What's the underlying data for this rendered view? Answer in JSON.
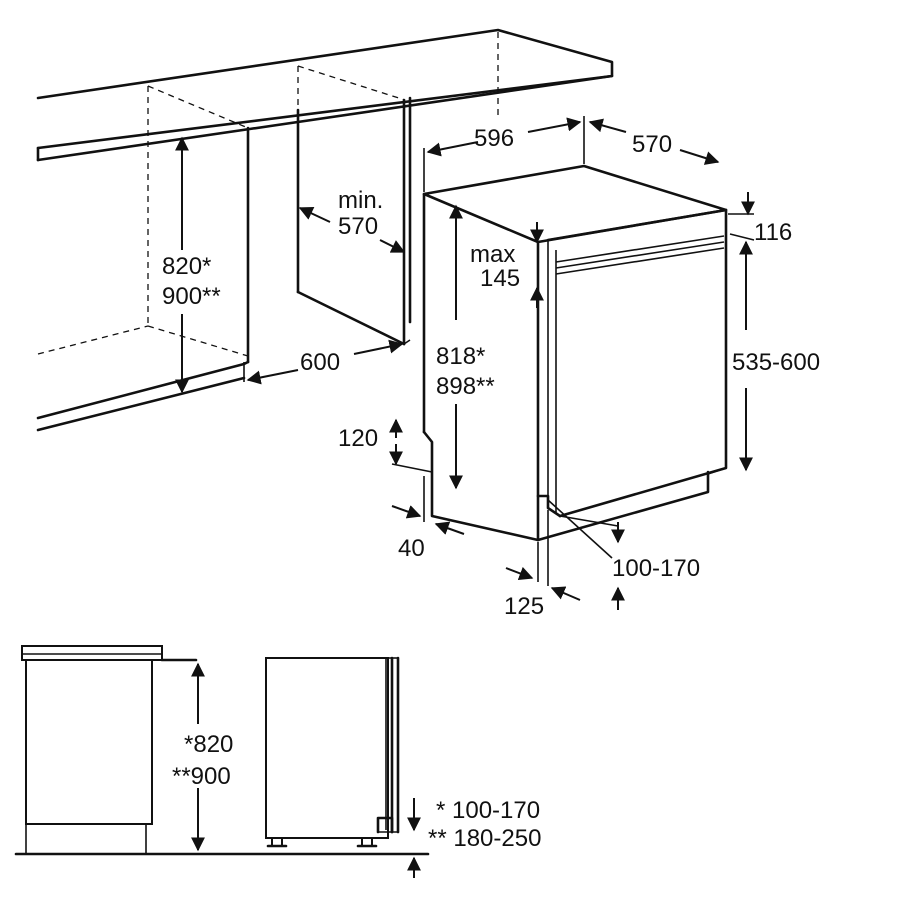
{
  "labels": {
    "dishwasher_width": "596",
    "dishwasher_depth": "570",
    "top_116": "116",
    "max_label": "max",
    "max_value": "145",
    "min_label": "min.",
    "min_value": "570",
    "niche_height_1": "820*",
    "niche_height_2": "900**",
    "niche_width": "600",
    "appliance_height_1": "818*",
    "appliance_height_2": "898**",
    "door_height": "535-600",
    "plinth_120": "120",
    "plinth_40": "40",
    "plinth_125": "125",
    "plinth_range": "100-170",
    "side_height_1": "*820",
    "side_height_2": "**900",
    "side_plinth_1": "* 100-170",
    "side_plinth_2": "** 180-250"
  }
}
